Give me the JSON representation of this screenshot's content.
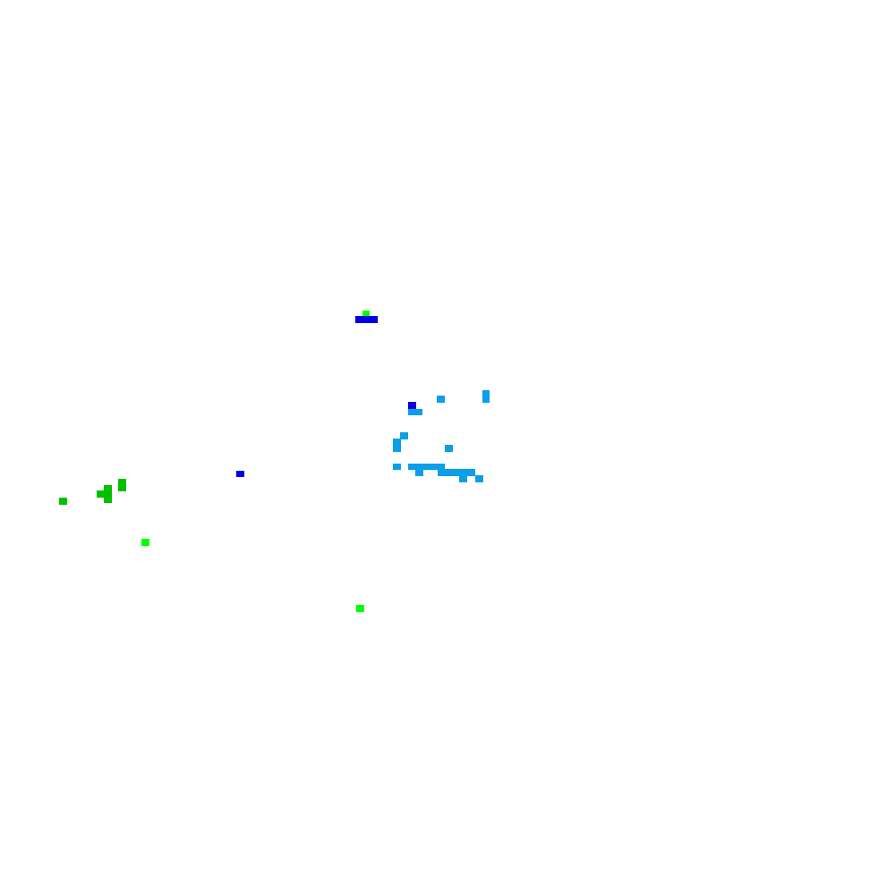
{
  "palette": {
    "background": "#ffffff",
    "bright_green": "#00ff00",
    "green": "#00c000",
    "dark_blue": "#0000e0",
    "sky_blue": "#0a9fe8"
  },
  "clusters": [
    {
      "name": "top-center-marker",
      "colors": [
        "bright_green",
        "dark_blue"
      ]
    },
    {
      "name": "sky-blue-cluster",
      "colors": [
        "sky_blue",
        "dark_blue"
      ]
    },
    {
      "name": "left-green-cluster",
      "colors": [
        "green"
      ]
    },
    {
      "name": "isolated-markers",
      "colors": [
        "dark_blue",
        "bright_green"
      ]
    }
  ]
}
